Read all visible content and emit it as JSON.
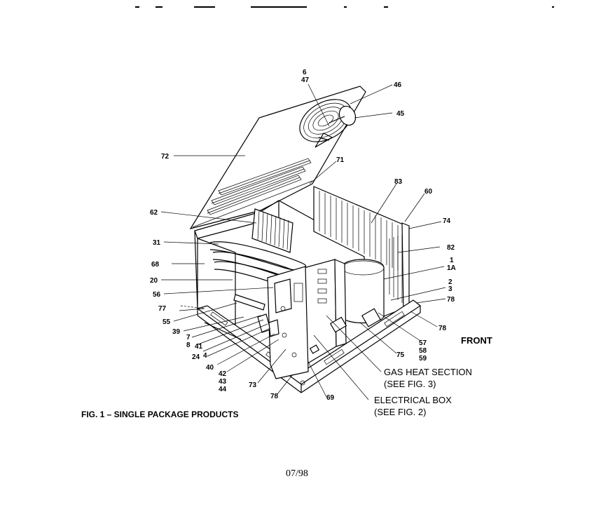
{
  "figure": {
    "caption": "FIG. 1 – SINGLE PACKAGE PRODUCTS",
    "footer": "07/98",
    "front_label": "FRONT",
    "section_labels": {
      "gas_heat_line1": "GAS HEAT SECTION",
      "gas_heat_line2": "(SEE FIG. 3)",
      "electrical_line1": "ELECTRICAL BOX",
      "electrical_line2": "(SEE FIG. 2)"
    },
    "callouts": {
      "c6": "6",
      "c47": "47",
      "c46": "46",
      "c45": "45",
      "c72": "72",
      "c71": "71",
      "c83": "83",
      "c60": "60",
      "c74": "74",
      "c62": "62",
      "c31": "31",
      "c82": "82",
      "c1": "1",
      "c1a": "1A",
      "c68": "68",
      "c20": "20",
      "c2": "2",
      "c3": "3",
      "c56": "56",
      "c78a": "78",
      "c77": "77",
      "c55": "55",
      "c78b": "78",
      "c39": "39",
      "c7": "7",
      "c8": "8",
      "c41": "41",
      "c24": "24",
      "c4": "4",
      "c40": "40",
      "c42": "42",
      "c43": "43",
      "c44": "44",
      "c57": "57",
      "c58": "58",
      "c59": "59",
      "c75": "75",
      "c73": "73",
      "c78c": "78",
      "c69": "69"
    }
  }
}
